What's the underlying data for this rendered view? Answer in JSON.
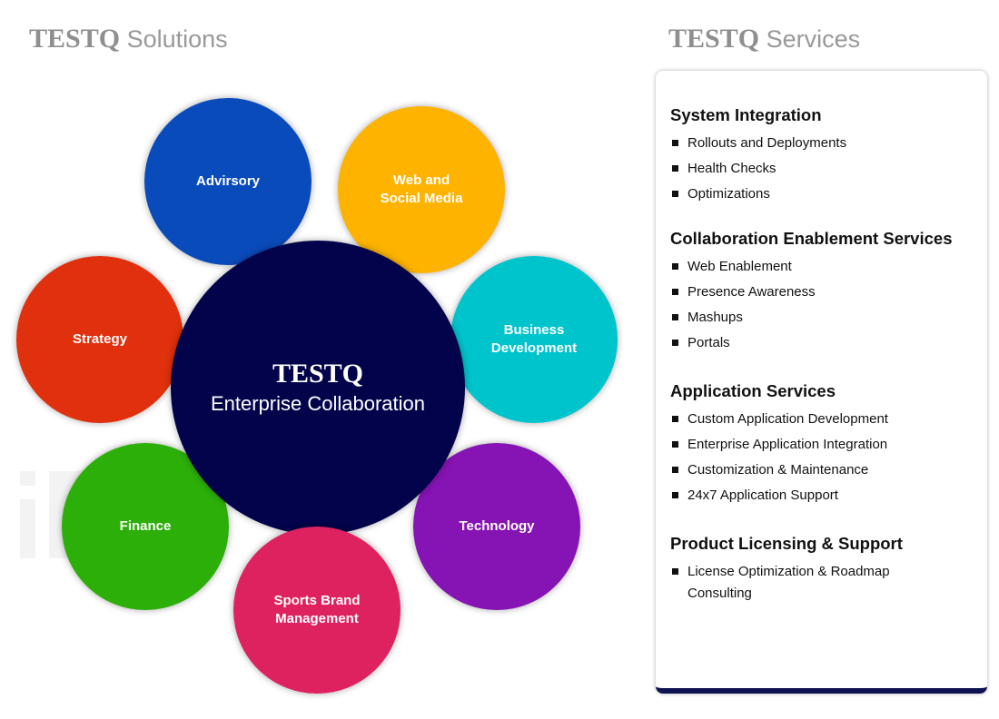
{
  "left_title": {
    "brand": "TESTQ",
    "rest": "Solutions"
  },
  "right_title": {
    "brand": "TESTQ",
    "rest": "Services"
  },
  "center": {
    "brand": "TESTQ",
    "subtitle": "Enterprise Collaboration"
  },
  "nodes": [
    {
      "label": "Advirsory",
      "color": "#0a4bbb"
    },
    {
      "label": "Web and Social Media",
      "color": "#fdb300"
    },
    {
      "label": "Business Development",
      "color": "#00c4cc"
    },
    {
      "label": "Technology",
      "color": "#8613b3"
    },
    {
      "label": "Sports Brand Management",
      "color": "#de2260"
    },
    {
      "label": "Finance",
      "color": "#2daf0a"
    },
    {
      "label": "Strategy",
      "color": "#e0300d"
    }
  ],
  "services": [
    {
      "heading": "System Integration",
      "items": [
        "Rollouts and Deployments",
        "Health Checks",
        "Optimizations"
      ]
    },
    {
      "heading": "Collaboration Enablement Services",
      "items": [
        "Web Enablement",
        "Presence Awareness",
        "Mashups",
        "Portals"
      ]
    },
    {
      "heading": "Application Services",
      "items": [
        "Custom Application Development",
        "Enterprise Application Integration",
        "Customization & Maintenance",
        "24x7 Application Support"
      ]
    },
    {
      "heading": "Product Licensing & Support",
      "items": [
        "License Optimization & Roadmap Consulting"
      ]
    }
  ]
}
